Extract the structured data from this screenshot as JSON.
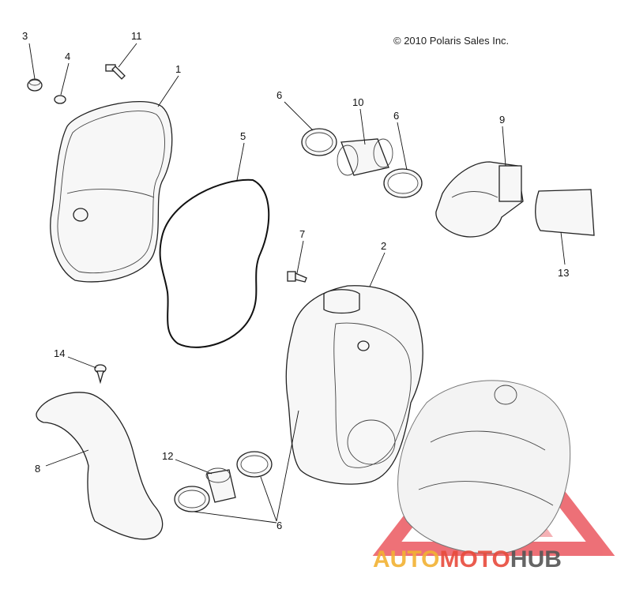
{
  "copyright": "© 2010 Polaris Sales Inc.",
  "callouts": [
    "3",
    "11",
    "4",
    "1",
    "5",
    "6",
    "10",
    "6",
    "9",
    "7",
    "2",
    "13",
    "14",
    "8",
    "12",
    "6"
  ],
  "watermark": {
    "part1": "AUTO",
    "part2": "MOTO",
    "part3": "HUB",
    "colors": {
      "auto": "#f2b233",
      "moto": "#e84b3c",
      "hub": "#555555",
      "triangle": "#e8414a"
    }
  }
}
